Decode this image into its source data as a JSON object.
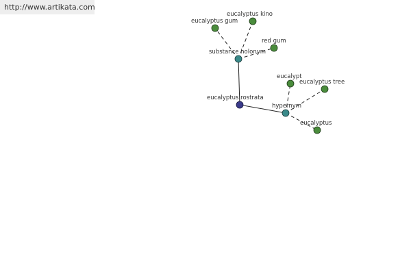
{
  "header": {
    "url": "http://www.artikata.com"
  },
  "colors": {
    "leaf_node": "#4a8c3c",
    "relation_node": "#3a8a8a",
    "root_node": "#3a3a8a",
    "edge": "#222222"
  },
  "graph": {
    "root": "eucalyptus rostrata",
    "relations": [
      {
        "label": "substance holonym",
        "targets": [
          "eucalyptus gum",
          "eucalyptus kino",
          "red gum"
        ]
      },
      {
        "label": "hypernym",
        "targets": [
          "eucalypt",
          "eucalyptus tree",
          "eucalyptus"
        ]
      }
    ]
  }
}
